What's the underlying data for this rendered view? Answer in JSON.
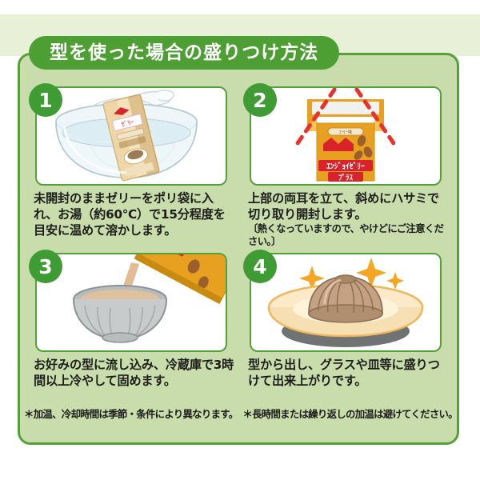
{
  "header": {
    "title": "型を使った場合の盛りつけ方法"
  },
  "colors": {
    "brand_green": "#4d9f33",
    "border_green": "#56a03a",
    "badge_green": "#3f9b33",
    "panel_bg": "#c9ddac",
    "page_bg": "#ffffff",
    "text": "#1d1d1b",
    "cut_line_red": "#e8312a",
    "package_orange": "#e8a020",
    "jelly_beige": "#f3e0c4",
    "sparkle_yellow": "#f5a623"
  },
  "steps": [
    {
      "number": "1",
      "caption": "未開封のままゼリーをポリ袋に入れ、お湯（約60℃）で15分程度を目安に温めて溶かします。",
      "note": "",
      "illustration": "jelly-pack-in-bag-in-bowl-of-water"
    },
    {
      "number": "2",
      "caption": "上部の両耳を立て、斜めにハサミで切り取り開封します。",
      "note": "〔熱くなっていますので、やけどにご注意ください。〕",
      "illustration": "package-with-dashed-cut-lines",
      "package": {
        "brand": "エンジョイゼリー",
        "sub": "プラス"
      }
    },
    {
      "number": "3",
      "caption": "お好みの型に流し込み、冷蔵庫で3時間以上冷やして固めます。",
      "note": "",
      "illustration": "pouring-into-fluted-mold"
    },
    {
      "number": "4",
      "caption": "型から出し、グラスや皿等に盛りつけて出来上がりです。",
      "note": "",
      "illustration": "finished-jelly-on-plate-with-sparkles"
    }
  ],
  "footnotes": [
    "＊加温、冷却時間は季節・条件により異なります。",
    "＊長時間または繰り返しの加温は避けてください。"
  ]
}
